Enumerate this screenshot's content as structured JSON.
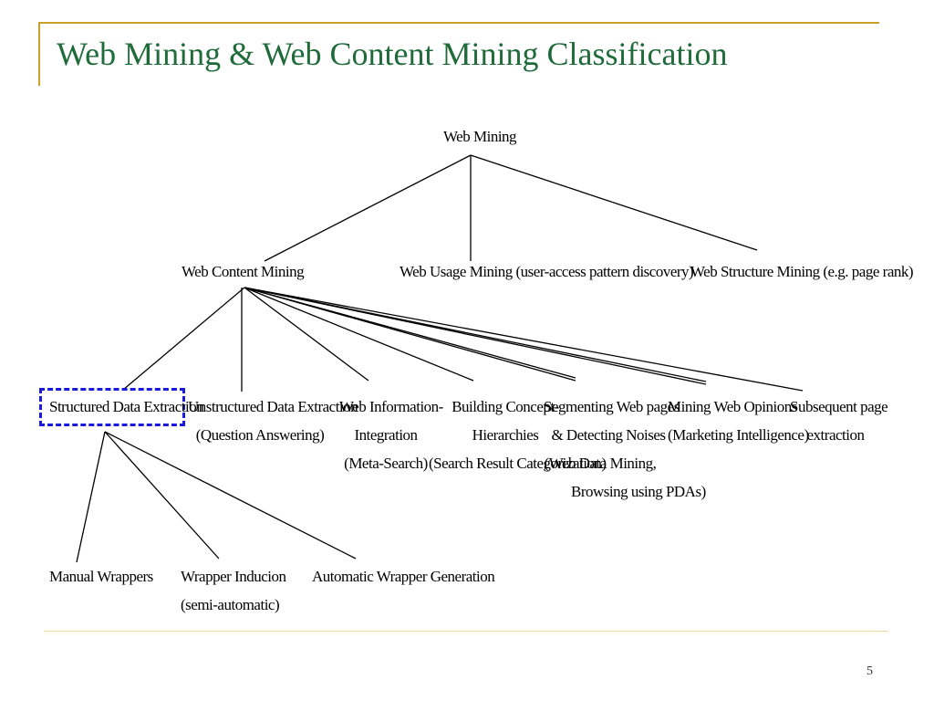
{
  "slide": {
    "title": "Web Mining & Web Content Mining Classification",
    "page_number": "5"
  },
  "diagram": {
    "root": "Web Mining",
    "level1": {
      "content": "Web Content Mining",
      "usage": "Web Usage Mining (user-access pattern discovery)",
      "structure": "Web Structure Mining (e.g. page rank)"
    },
    "level2": {
      "structured": [
        "Structured Data Extraction"
      ],
      "unstructured": [
        "Unstructured Data Extraction",
        "(Question Answering)"
      ],
      "info_integration": [
        "Web Information-",
        "Integration",
        "(Meta-Search)"
      ],
      "concept": [
        "Building Concept-",
        "Hierarchies",
        "(Search Result Categorization)"
      ],
      "segmenting": [
        "Segmenting Web pages",
        "& Detecting Noises",
        "(Web Data Mining,",
        "Browsing using PDAs)"
      ],
      "opinions": [
        "Mining Web Opinions",
        "(Marketing Intelligence)"
      ],
      "subsequent": [
        "Subsequent page",
        "extraction"
      ]
    },
    "level3": {
      "manual": [
        "Manual Wrappers"
      ],
      "induction": [
        "Wrapper Inducion",
        "(semi-automatic)"
      ],
      "automatic": [
        "Automatic Wrapper Generation"
      ]
    },
    "colors": {
      "title": "#1f6b3a",
      "frame": "#c9a227",
      "highlight": "#1a1adc"
    }
  }
}
